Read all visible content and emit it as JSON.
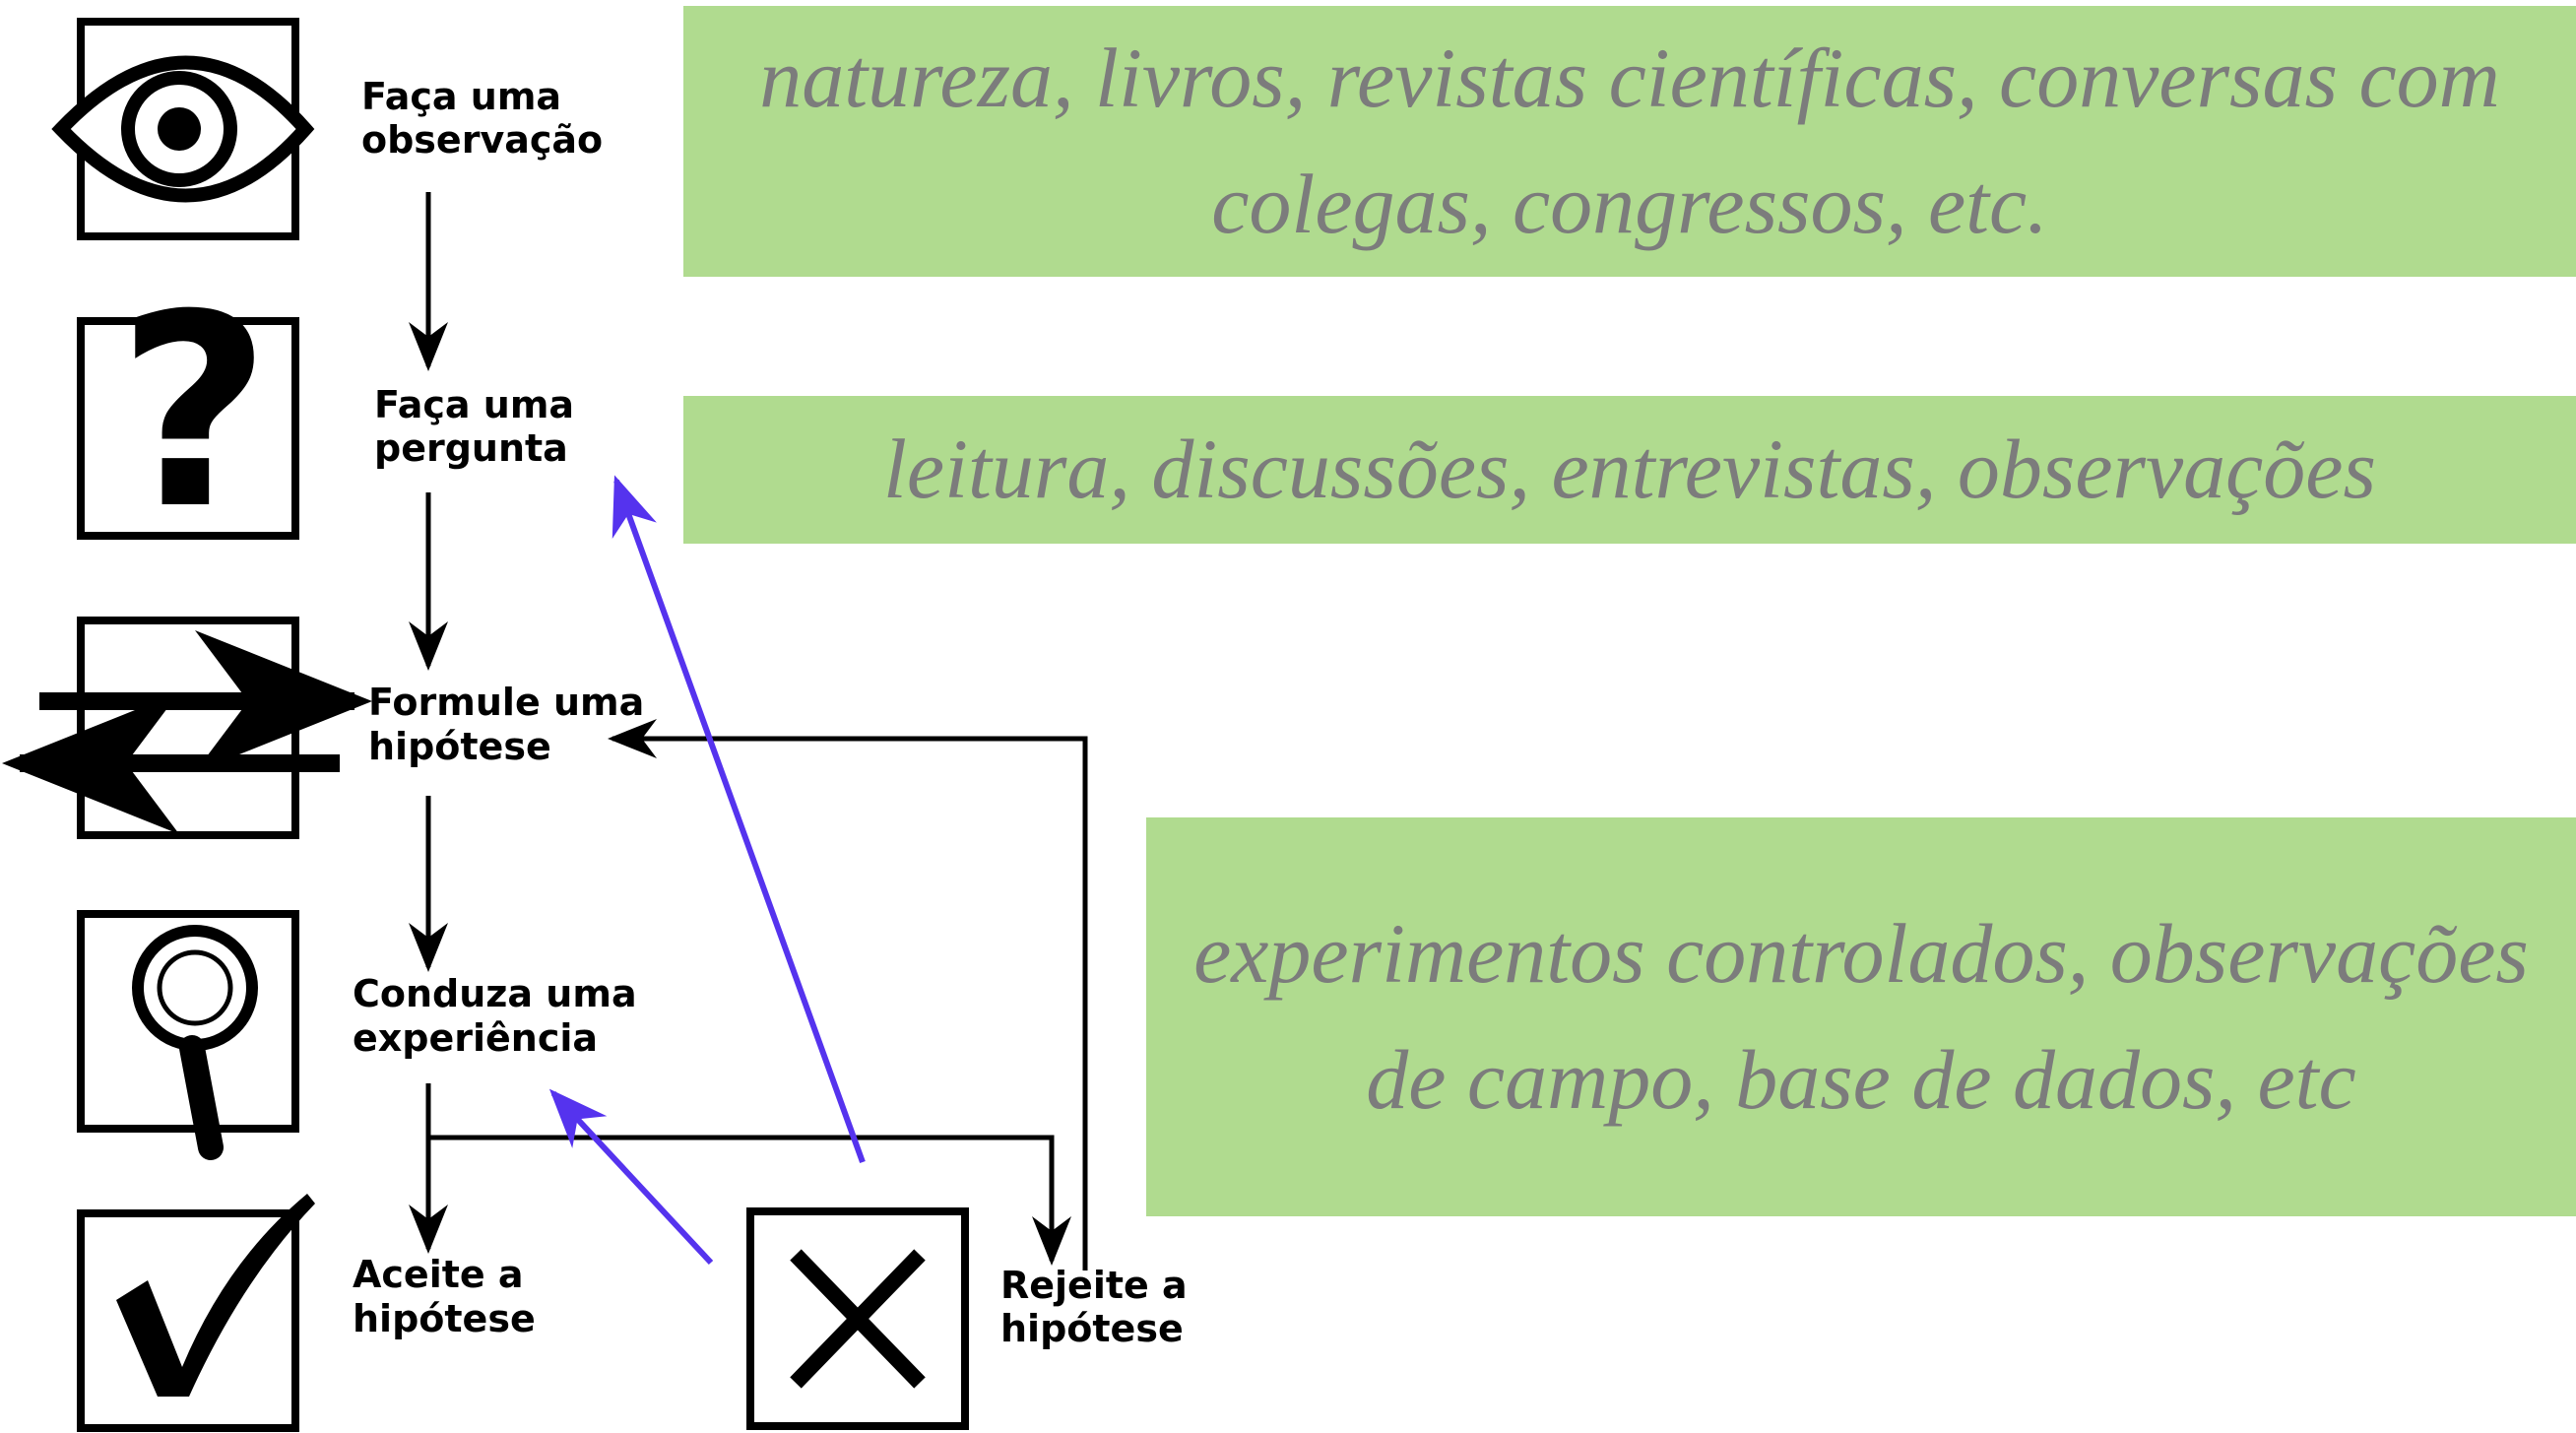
{
  "steps": [
    {
      "line1": "Faça uma",
      "line2": "observação",
      "icon": "eye-icon"
    },
    {
      "line1": "Faça uma",
      "line2": "pergunta",
      "icon": "question-mark-icon"
    },
    {
      "line1": "Formule uma",
      "line2": "hipótese",
      "icon": "swap-arrows-icon"
    },
    {
      "line1": "Conduza uma",
      "line2": "experiência",
      "icon": "magnifying-glass-icon"
    },
    {
      "line1": "Aceite a",
      "line2": "hipótese",
      "icon": "check-mark-icon"
    }
  ],
  "reject": {
    "line1": "Rejeite a",
    "line2": "hipótese",
    "icon": "x-mark-icon"
  },
  "callouts": [
    {
      "text": "natureza, livros, revistas científicas, conversas com colegas, congressos, etc."
    },
    {
      "text": "leitura, discussões, entrevistas, observações"
    },
    {
      "text": "experimentos controlados, observações de campo, base de dados, etc"
    }
  ],
  "colors": {
    "callout_background": "#b0db8f",
    "callout_text": "#7c7c7c",
    "annotation_arrow": "#5533ee",
    "flow_lines": "#000000"
  }
}
